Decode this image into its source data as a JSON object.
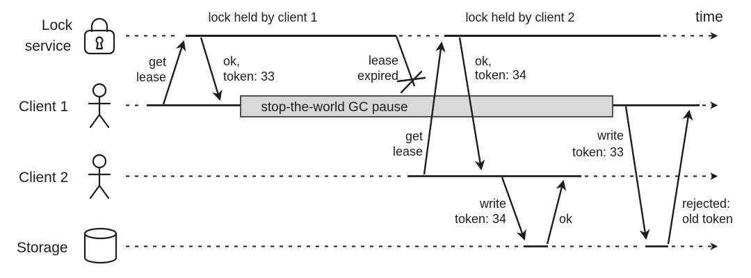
{
  "colors": {
    "ink": "#1d1d1d",
    "box_fill": "#d8d8d8",
    "box_border": "#3f3f3f",
    "background": "#ffffff"
  },
  "rows": [
    {
      "name": "lock-service",
      "label_line1": "Lock",
      "label_line2": "service",
      "icon": "padlock-icon"
    },
    {
      "name": "client-1",
      "label_line1": "Client 1",
      "icon": "person-icon"
    },
    {
      "name": "client-2",
      "label_line1": "Client 2",
      "icon": "person-icon"
    },
    {
      "name": "storage",
      "label_line1": "Storage",
      "icon": "database-icon"
    }
  ],
  "annotations": {
    "time_label": "time",
    "lock_held_1": "lock held by client 1",
    "lock_held_2": "lock held by client 2",
    "gc_pause": "stop-the-world GC pause",
    "get_lease_1": {
      "line1": "get",
      "line2": "lease"
    },
    "ok_token_33": {
      "line1": "ok,",
      "line2": "token: 33"
    },
    "lease_expired": {
      "line1": "lease",
      "line2": "expired"
    },
    "get_lease_2": {
      "line1": "get",
      "line2": "lease"
    },
    "ok_token_34": {
      "line1": "ok,",
      "line2": "token: 34"
    },
    "write_token_34": {
      "line1": "write",
      "line2": "token: 34"
    },
    "ok_ack": "ok",
    "write_token_33": {
      "line1": "write",
      "line2": "token: 33"
    },
    "rejected": {
      "line1": "rejected:",
      "line2": "old token"
    }
  }
}
